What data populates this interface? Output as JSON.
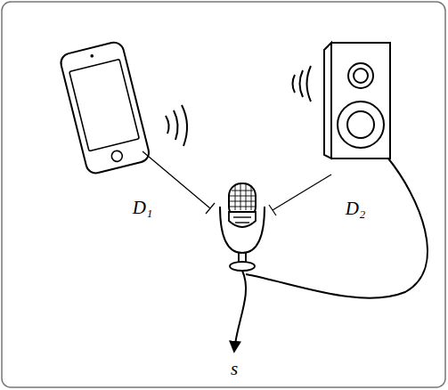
{
  "diagram": {
    "labels": [
      "D₁",
      "D₂",
      "s"
    ]
  }
}
